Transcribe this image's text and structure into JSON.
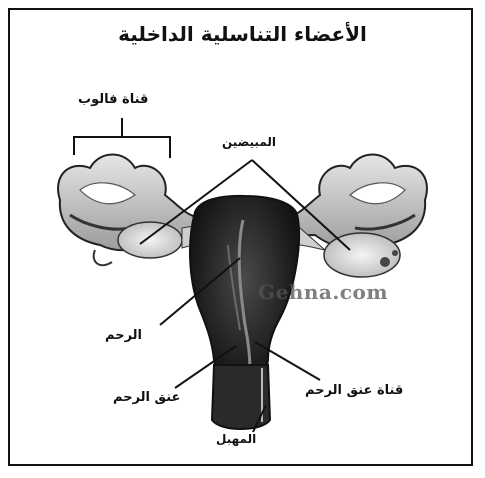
{
  "diagram": {
    "title": "الأعضاء التناسلية الداخلية",
    "labels": {
      "fallopian_tube": "قناة فالوب",
      "ovaries": "المبيضين",
      "uterus": "الرحم",
      "cervix": "عنق الرحم",
      "cervical_canal": "قناة عنق الرحم",
      "vagina": "المهبل"
    },
    "watermark": "Gehna.com"
  },
  "colors": {
    "ink": "#111111",
    "tissue_dark": "#2a2a2a",
    "tissue_mid": "#9a9a9a",
    "tissue_light": "#d9d9d9"
  }
}
